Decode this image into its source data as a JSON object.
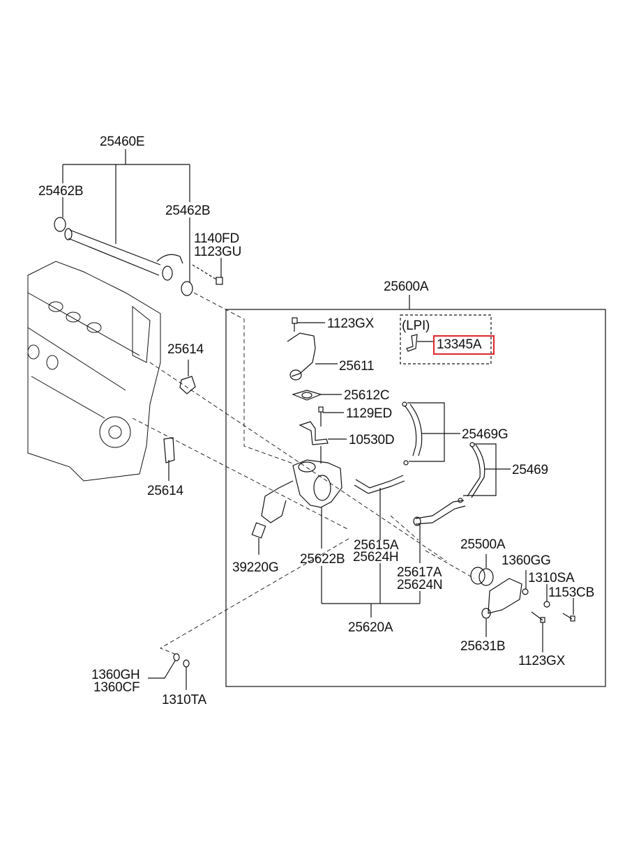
{
  "diagram": {
    "type": "exploded parts diagram",
    "subject": "engine water pipe / thermostat assembly",
    "highlight_color": "#e0262b",
    "line_color": "#111111",
    "labels": {
      "p25460E": "25460E",
      "p25462B_left": "25462B",
      "p25462B_right": "25462B",
      "p1140FD": "1140FD",
      "p1123GU": "1123GU",
      "p25614_upper": "25614",
      "p25614_lower": "25614",
      "p25600A": "25600A",
      "p1123GX_top": "1123GX",
      "lpi": "(LPI)",
      "p13345A": "13345A",
      "p25611": "25611",
      "p25612C": "25612C",
      "p1129ED": "1129ED",
      "p10530D": "10530D",
      "p25469G": "25469G",
      "p25469": "25469",
      "p39220G": "39220G",
      "p25615A": "25615A",
      "p25624H": "25624H",
      "p25622B": "25622B",
      "p25617A": "25617A",
      "p25624N": "25624N",
      "p25620A": "25620A",
      "p25500A": "25500A",
      "p1360GG": "1360GG",
      "p1310SA": "1310SA",
      "p1153CB": "1153CB",
      "p25631B": "25631B",
      "p1123GX_bottom": "1123GX",
      "p1360GH": "1360GH",
      "p1360CF": "1360CF",
      "p1310TA": "1310TA"
    },
    "highlighted_part": "13345A",
    "groups": {
      "lpi_group": [
        "13345A"
      ],
      "assembly_25600A_box": [
        "1123GX",
        "13345A",
        "25611",
        "25612C",
        "1129ED",
        "10530D",
        "25469G",
        "25469",
        "39220G",
        "25615A",
        "25624H",
        "25622B",
        "25617A",
        "25624N",
        "25620A",
        "25500A",
        "1360GG",
        "1310SA",
        "1153CB",
        "25631B",
        "1123GX"
      ],
      "assembly_25460E": [
        "25462B",
        "25462B"
      ],
      "assembly_25620A": [
        "25622B",
        "25615A",
        "25624H",
        "25617A",
        "25624N"
      ]
    }
  }
}
